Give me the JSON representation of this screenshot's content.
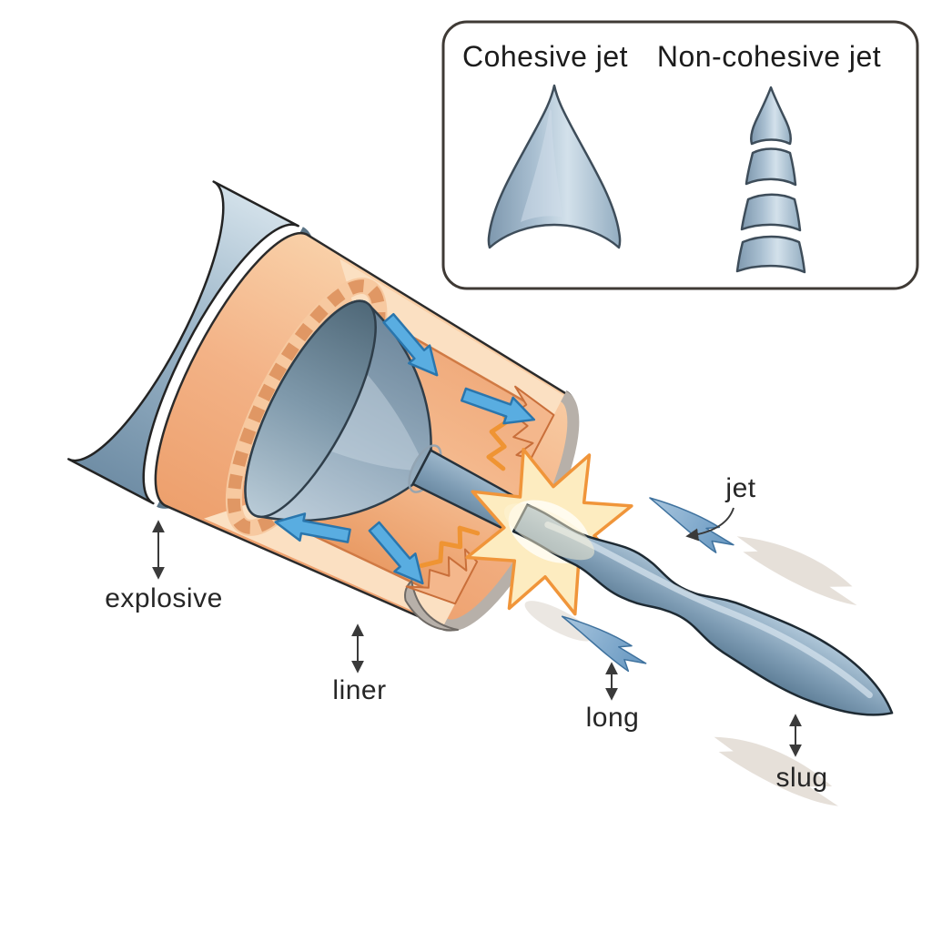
{
  "inset": {
    "title_left": "Cohesive jet",
    "title_right": "Non-cohesive jet"
  },
  "labels": {
    "explosive": "explosive",
    "liner": "liner",
    "jet": "jet",
    "long": "long",
    "slug": "slug"
  },
  "colors": {
    "casing_blue": "#9cb6c9",
    "explosive_peach": "#f3b286",
    "explosive_light": "#fbe0c2",
    "liner_gray": "#8fa9bd",
    "jet_steel": "#7e9cb4",
    "arrow_blue": "#59ade1",
    "arrow_blue_dark": "#2a76ad",
    "flash_cream": "#fdecc0",
    "flash_orange": "#f0953a",
    "smoke_gray": "#d8d0c5",
    "outline_dark": "#2b2b2b",
    "inset_border": "#3f3a35",
    "label_text": "#262626"
  }
}
